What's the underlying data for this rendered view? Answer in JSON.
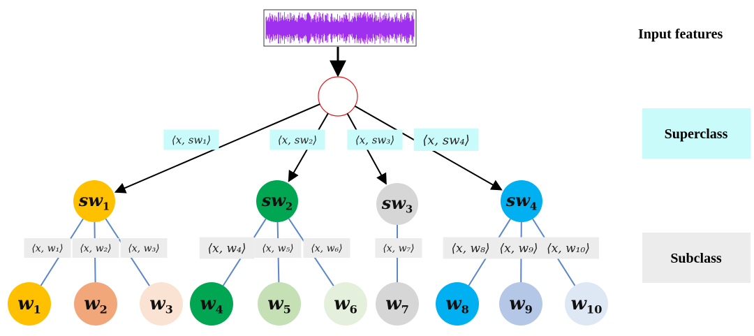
{
  "colors": {
    "wave": "#a030f0",
    "root_stroke": "#e8141c",
    "superclass_box": "#c9fbfb",
    "subclass_box": "#ececec",
    "edge_blue": "#5b86c8",
    "edge_black": "#000000"
  },
  "input_label": "Input features",
  "superclass_label": "Superclass",
  "subclass_label": "Subclass",
  "superclasses": [
    {
      "base": "sw",
      "sub": "1",
      "color": "#ffc000",
      "edge_label": "⟨x, sw₁⟩"
    },
    {
      "base": "sw",
      "sub": "2",
      "color": "#00a651",
      "edge_label": "⟨x, sw₂⟩"
    },
    {
      "base": "sw",
      "sub": "3",
      "color": "#d6d6d6",
      "edge_label": "⟨x, sw₃⟩"
    },
    {
      "base": "sw",
      "sub": "4",
      "color": "#00b0f0",
      "edge_label": "⟨x, sw₄⟩"
    }
  ],
  "subclasses": [
    {
      "base": "w",
      "sub": "1",
      "color": "#ffc000",
      "parent": 0,
      "edge_label": "⟨x, w₁⟩"
    },
    {
      "base": "w",
      "sub": "2",
      "color": "#f2a77b",
      "parent": 0,
      "edge_label": "⟨x, w₂⟩"
    },
    {
      "base": "w",
      "sub": "3",
      "color": "#fbe3d3",
      "parent": 0,
      "edge_label": "⟨x, w₃⟩"
    },
    {
      "base": "w",
      "sub": "4",
      "color": "#00a651",
      "parent": 1,
      "edge_label": "⟨x, w₄⟩"
    },
    {
      "base": "w",
      "sub": "5",
      "color": "#c5e0b4",
      "parent": 1,
      "edge_label": "⟨x, w₅⟩"
    },
    {
      "base": "w",
      "sub": "6",
      "color": "#e4f0dc",
      "parent": 1,
      "edge_label": "⟨x, w₆⟩"
    },
    {
      "base": "w",
      "sub": "7",
      "color": "#d6d6d6",
      "parent": 2,
      "edge_label": "⟨x, w₇⟩"
    },
    {
      "base": "w",
      "sub": "8",
      "color": "#00b0f0",
      "parent": 3,
      "edge_label": "⟨x, w₈⟩"
    },
    {
      "base": "w",
      "sub": "9",
      "color": "#b4c7e7",
      "parent": 3,
      "edge_label": "⟨x, w₉⟩"
    },
    {
      "base": "w",
      "sub": "10",
      "color": "#dee8f5",
      "parent": 3,
      "edge_label": "⟨x, w₁₀⟩"
    }
  ]
}
